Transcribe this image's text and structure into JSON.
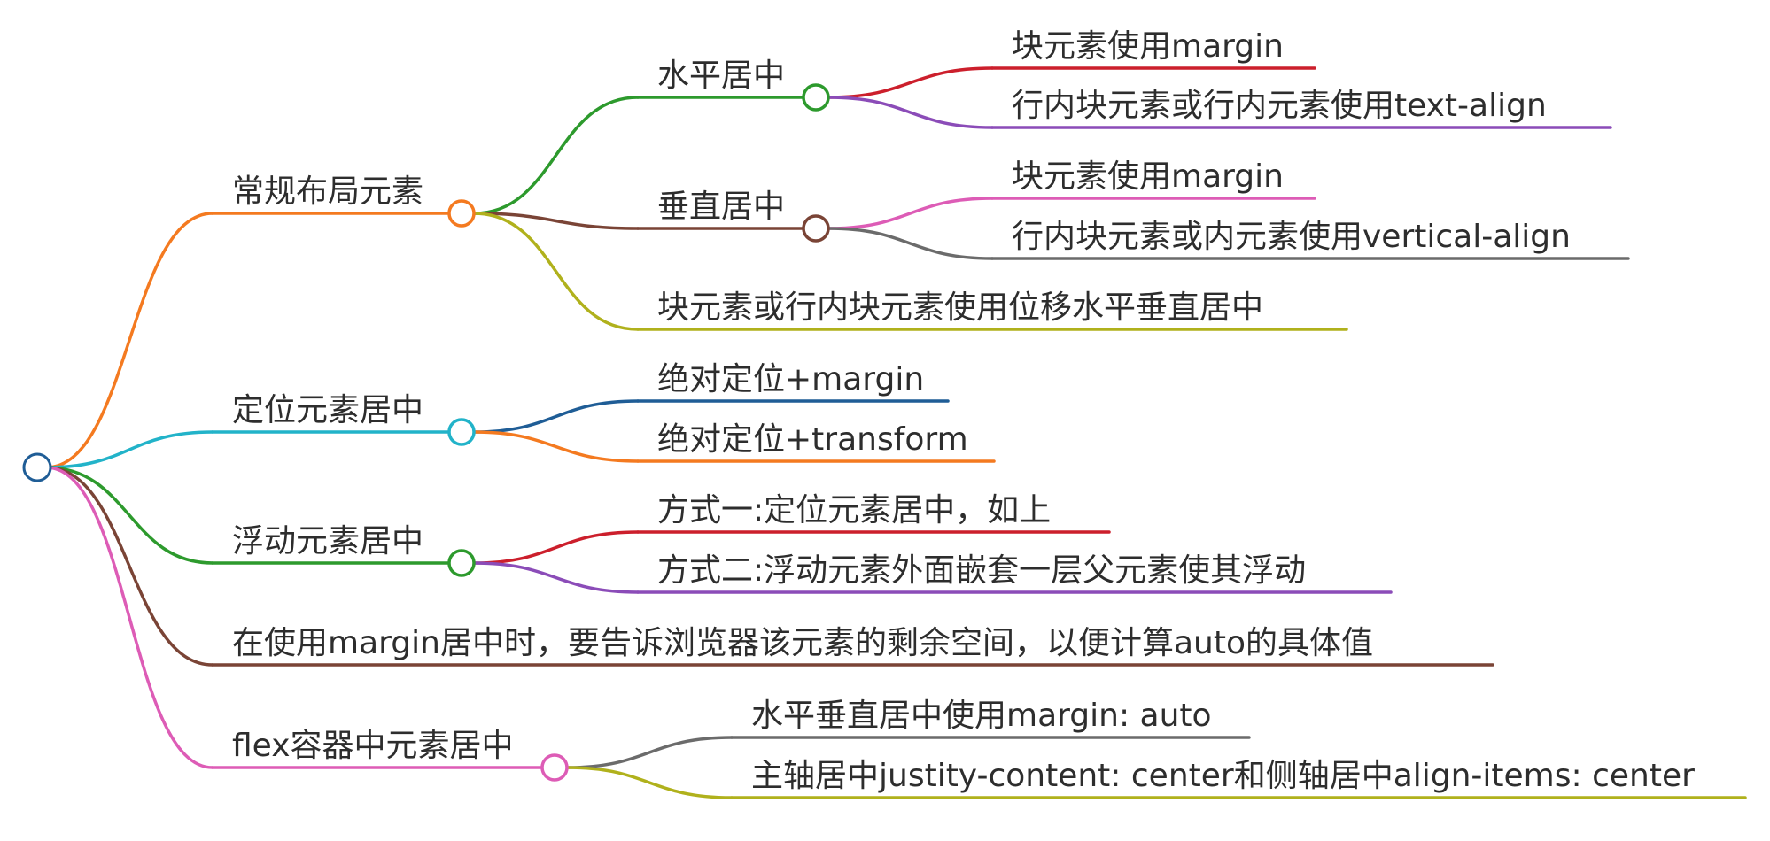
{
  "colors": {
    "root": "#1f5d96",
    "orange": "#f47a20",
    "cyan": "#22b3c9",
    "green": "#2d9a2d",
    "brown": "#7a4436",
    "pink": "#dd5cb6",
    "red": "#cc1f2c",
    "purple": "#8b4cb8",
    "blue": "#1f5d96",
    "gray": "#6b6b6b",
    "olive": "#b0b11c"
  },
  "root": {
    "label": ""
  },
  "topics": [
    {
      "id": "normal",
      "label": "常规布局元素",
      "color": "orange",
      "children": [
        {
          "id": "horizontal",
          "label": "水平居中",
          "color": "green",
          "children": [
            {
              "label": "块元素使用margin",
              "color": "red"
            },
            {
              "label": "行内块元素或行内元素使用text-align",
              "color": "purple"
            }
          ]
        },
        {
          "id": "vertical",
          "label": "垂直居中",
          "color": "brown",
          "children": [
            {
              "label": "块元素使用margin",
              "color": "pink"
            },
            {
              "label": "行内块元素或内元素使用vertical-align",
              "color": "gray"
            }
          ]
        },
        {
          "id": "translate",
          "label": "块元素或行内块元素使用位移水平垂直居中",
          "color": "olive",
          "children": []
        }
      ]
    },
    {
      "id": "positioned",
      "label": "定位元素居中",
      "color": "cyan",
      "children": [
        {
          "label": "绝对定位+margin",
          "color": "blue",
          "children": []
        },
        {
          "label": "绝对定位+transform",
          "color": "orange",
          "children": []
        }
      ]
    },
    {
      "id": "float",
      "label": "浮动元素居中",
      "color": "green",
      "children": [
        {
          "label": "方式一:定位元素居中，如上",
          "color": "red",
          "children": []
        },
        {
          "label": "方式二:浮动元素外面嵌套一层父元素使其浮动",
          "color": "purple",
          "children": []
        }
      ]
    },
    {
      "id": "margin-note",
      "label": "在使用margin居中时，要告诉浏览器该元素的剩余空间，以便计算auto的具体值",
      "color": "brown",
      "children": []
    },
    {
      "id": "flex",
      "label": "flex容器中元素居中",
      "color": "pink",
      "children": [
        {
          "label": "水平垂直居中使用margin: auto",
          "color": "gray",
          "children": []
        },
        {
          "label": "主轴居中justity-content: center和侧轴居中align-items: center",
          "color": "olive",
          "children": []
        }
      ]
    }
  ]
}
